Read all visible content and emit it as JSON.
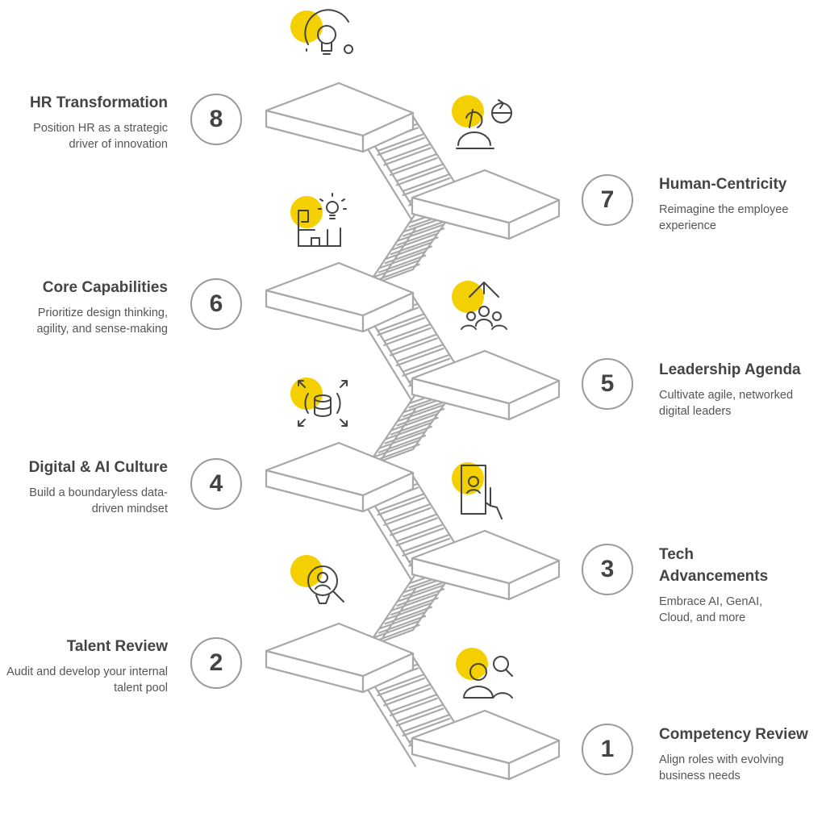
{
  "accent": "#f5d000",
  "line_color": "#a8a8a8",
  "icon_color": "#444444",
  "steps": [
    {
      "number": "1",
      "title": "Competency Review",
      "desc": "Align roles with evolving business needs",
      "icon": "people-search-icon"
    },
    {
      "number": "2",
      "title": "Talent Review",
      "desc": "Audit and develop your internal talent pool",
      "icon": "magnifier-person-icon"
    },
    {
      "number": "3",
      "title": "Tech Advancements",
      "desc": "Embrace AI, GenAI, Cloud, and more",
      "icon": "tablet-touch-icon"
    },
    {
      "number": "4",
      "title": "Digital & AI Culture",
      "desc": "Build a boundaryless data-driven mindset",
      "icon": "database-expand-icon"
    },
    {
      "number": "5",
      "title": "Leadership Agenda",
      "desc": "Cultivate agile, networked digital leaders",
      "icon": "team-arrow-up-icon"
    },
    {
      "number": "6",
      "title": "Core Capabilities",
      "desc": "Prioritize design thinking, agility, and sense-making",
      "icon": "maze-lightbulb-icon"
    },
    {
      "number": "7",
      "title": "Human-Centricity",
      "desc": "Reimagine the employee experience",
      "icon": "person-cycle-icon"
    },
    {
      "number": "8",
      "title": "HR Transformation",
      "desc": "Position HR as a strategic driver of innovation",
      "icon": "lightbulb-idea-icon"
    }
  ]
}
